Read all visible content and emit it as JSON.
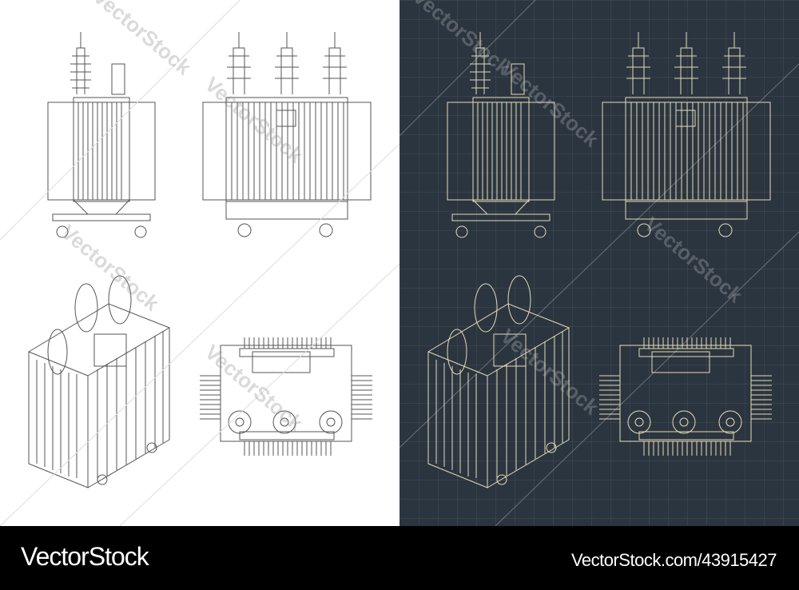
{
  "watermark": "VectorStock",
  "footer": {
    "brand": "VectorStock",
    "url": "VectorStock.com/43915427"
  },
  "panels": [
    {
      "name": "light",
      "background": "#ffffff",
      "line_color": "#555555",
      "views": [
        "side-view",
        "front-view",
        "isometric-view",
        "top-view"
      ]
    },
    {
      "name": "dark",
      "background": "#2b3540",
      "line_color": "#e6dcb4",
      "views": [
        "side-view",
        "front-view",
        "isometric-view",
        "top-view"
      ]
    }
  ]
}
